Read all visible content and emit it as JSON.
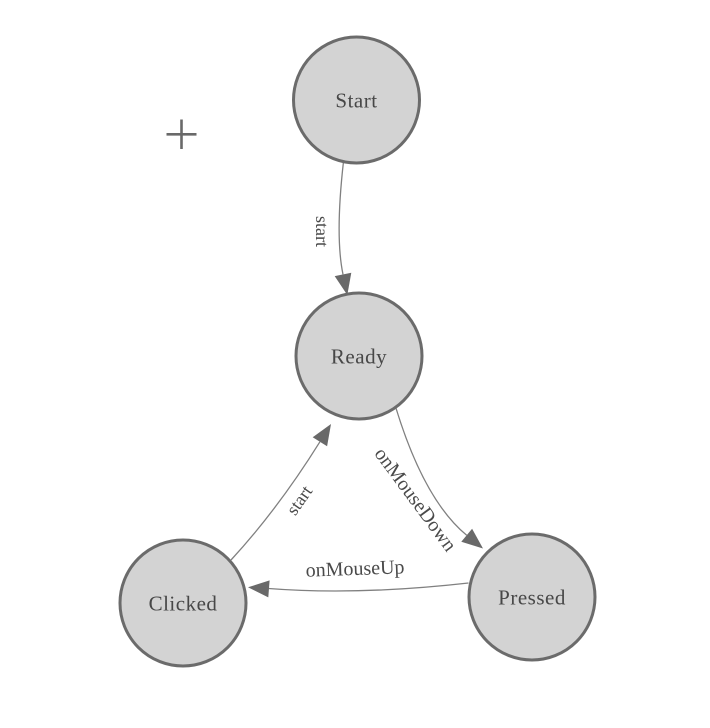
{
  "diagram": {
    "type": "state-diagram",
    "nodes": [
      {
        "id": "start",
        "label": "Start"
      },
      {
        "id": "ready",
        "label": "Ready"
      },
      {
        "id": "clicked",
        "label": "Clicked"
      },
      {
        "id": "pressed",
        "label": "Pressed"
      }
    ],
    "edges": [
      {
        "from": "Start",
        "to": "Ready",
        "label": "start"
      },
      {
        "from": "Ready",
        "to": "Pressed",
        "label": "onMouseDown"
      },
      {
        "from": "Pressed",
        "to": "Clicked",
        "label": "onMouseUp"
      },
      {
        "from": "Clicked",
        "to": "Ready",
        "label": "start"
      }
    ],
    "icons": {
      "crosshair_cursor": "+"
    },
    "colors": {
      "background": "#ffffff",
      "node_fill": "#d3d3d3",
      "node_border": "#6b6b6b",
      "edge_line": "#808080",
      "arrowhead": "#696969",
      "node_label": "#474747",
      "edge_label": "#4a4a4a"
    }
  }
}
